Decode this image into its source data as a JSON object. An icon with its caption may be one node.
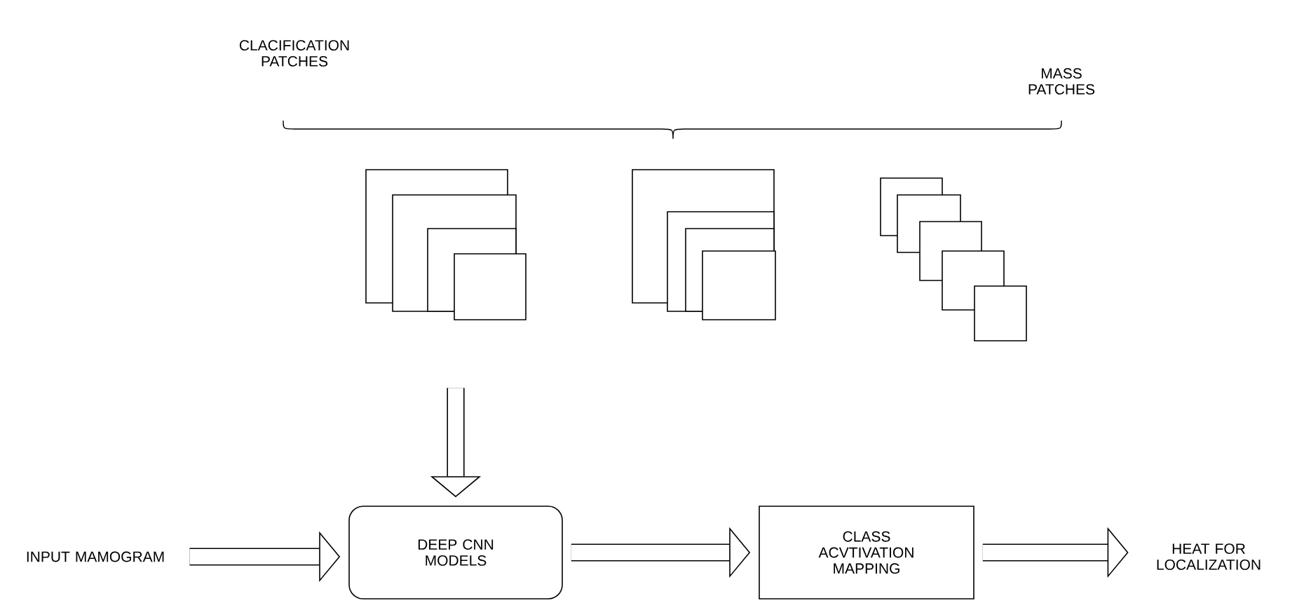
{
  "diagram": {
    "nodes": [
      {
        "text": [
          "CLACIFICATION PATCHES"
        ]
      },
      {
        "text": [
          "MASS PATCHES"
        ]
      },
      {
        "text": [],
        "shape": "box"
      },
      {
        "text": [],
        "shape": "box"
      },
      {
        "text": [],
        "shape": "box"
      },
      {
        "text": [
          "INPUT MAMOGRAM"
        ]
      },
      {
        "text": [
          "DEEP CNN MODELS"
        ]
      },
      {
        "text": [
          "CLASS ACVTIVATION MAPPING"
        ]
      },
      {
        "text": [
          "HEAT FOR LOCALIZATION"
        ]
      }
    ],
    "edges": [
      {
        "from": null,
        "to": 6,
        "arrow": "to"
      },
      {
        "from": 5,
        "to": 6,
        "arrow": "to"
      },
      {
        "from": 6,
        "to": 7,
        "arrow": "to"
      },
      {
        "from": 7,
        "to": 8,
        "arrow": "to"
      }
    ]
  }
}
